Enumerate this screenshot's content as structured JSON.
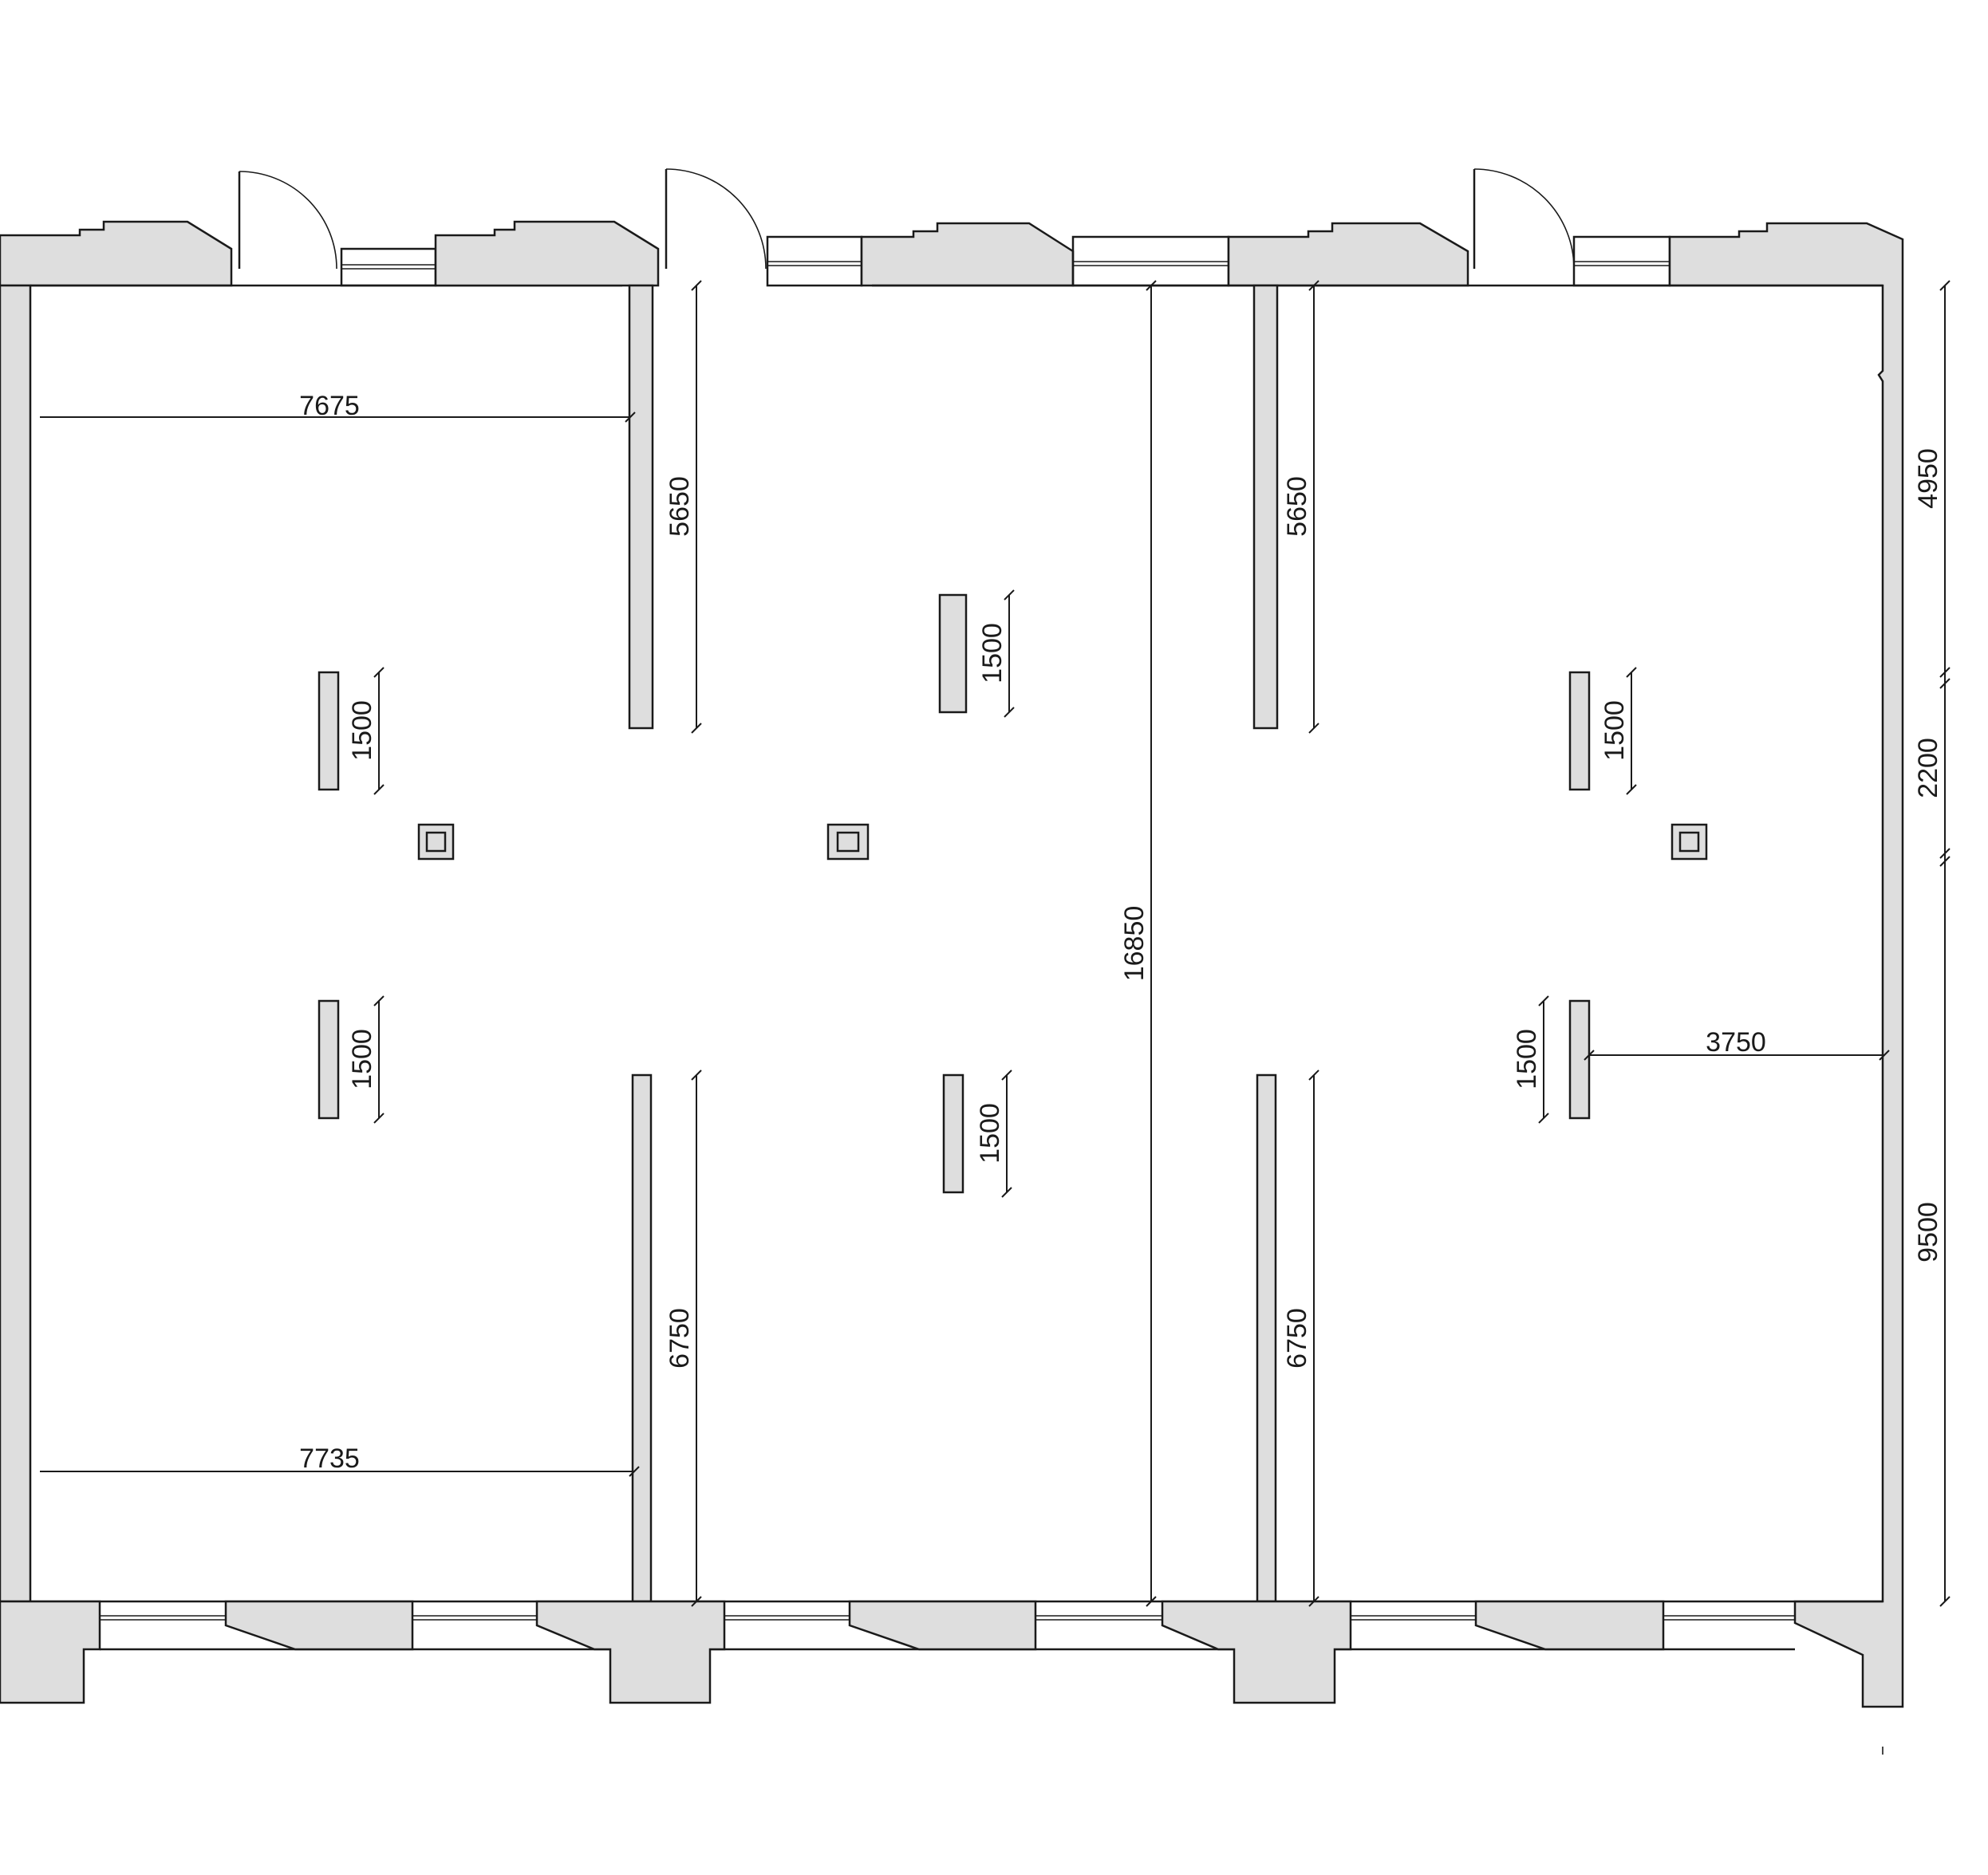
{
  "dimensions": {
    "left_top_width": "7675",
    "left_bottom_width": "7735",
    "left_partition_top": "5650",
    "left_partition_bottom": "6750",
    "right_partition_top": "5650",
    "right_partition_bottom": "6750",
    "overall_depth": "16850",
    "right_top_segment": "4950",
    "right_middle_segment": "2200",
    "right_bottom_segment": "9500",
    "right_room_width": "3750",
    "panel_left_top": "1500",
    "panel_left_bottom": "1500",
    "panel_center_top": "1500",
    "panel_center_bottom": "1500",
    "panel_right_top": "1500",
    "panel_right_bottom": "1500"
  }
}
